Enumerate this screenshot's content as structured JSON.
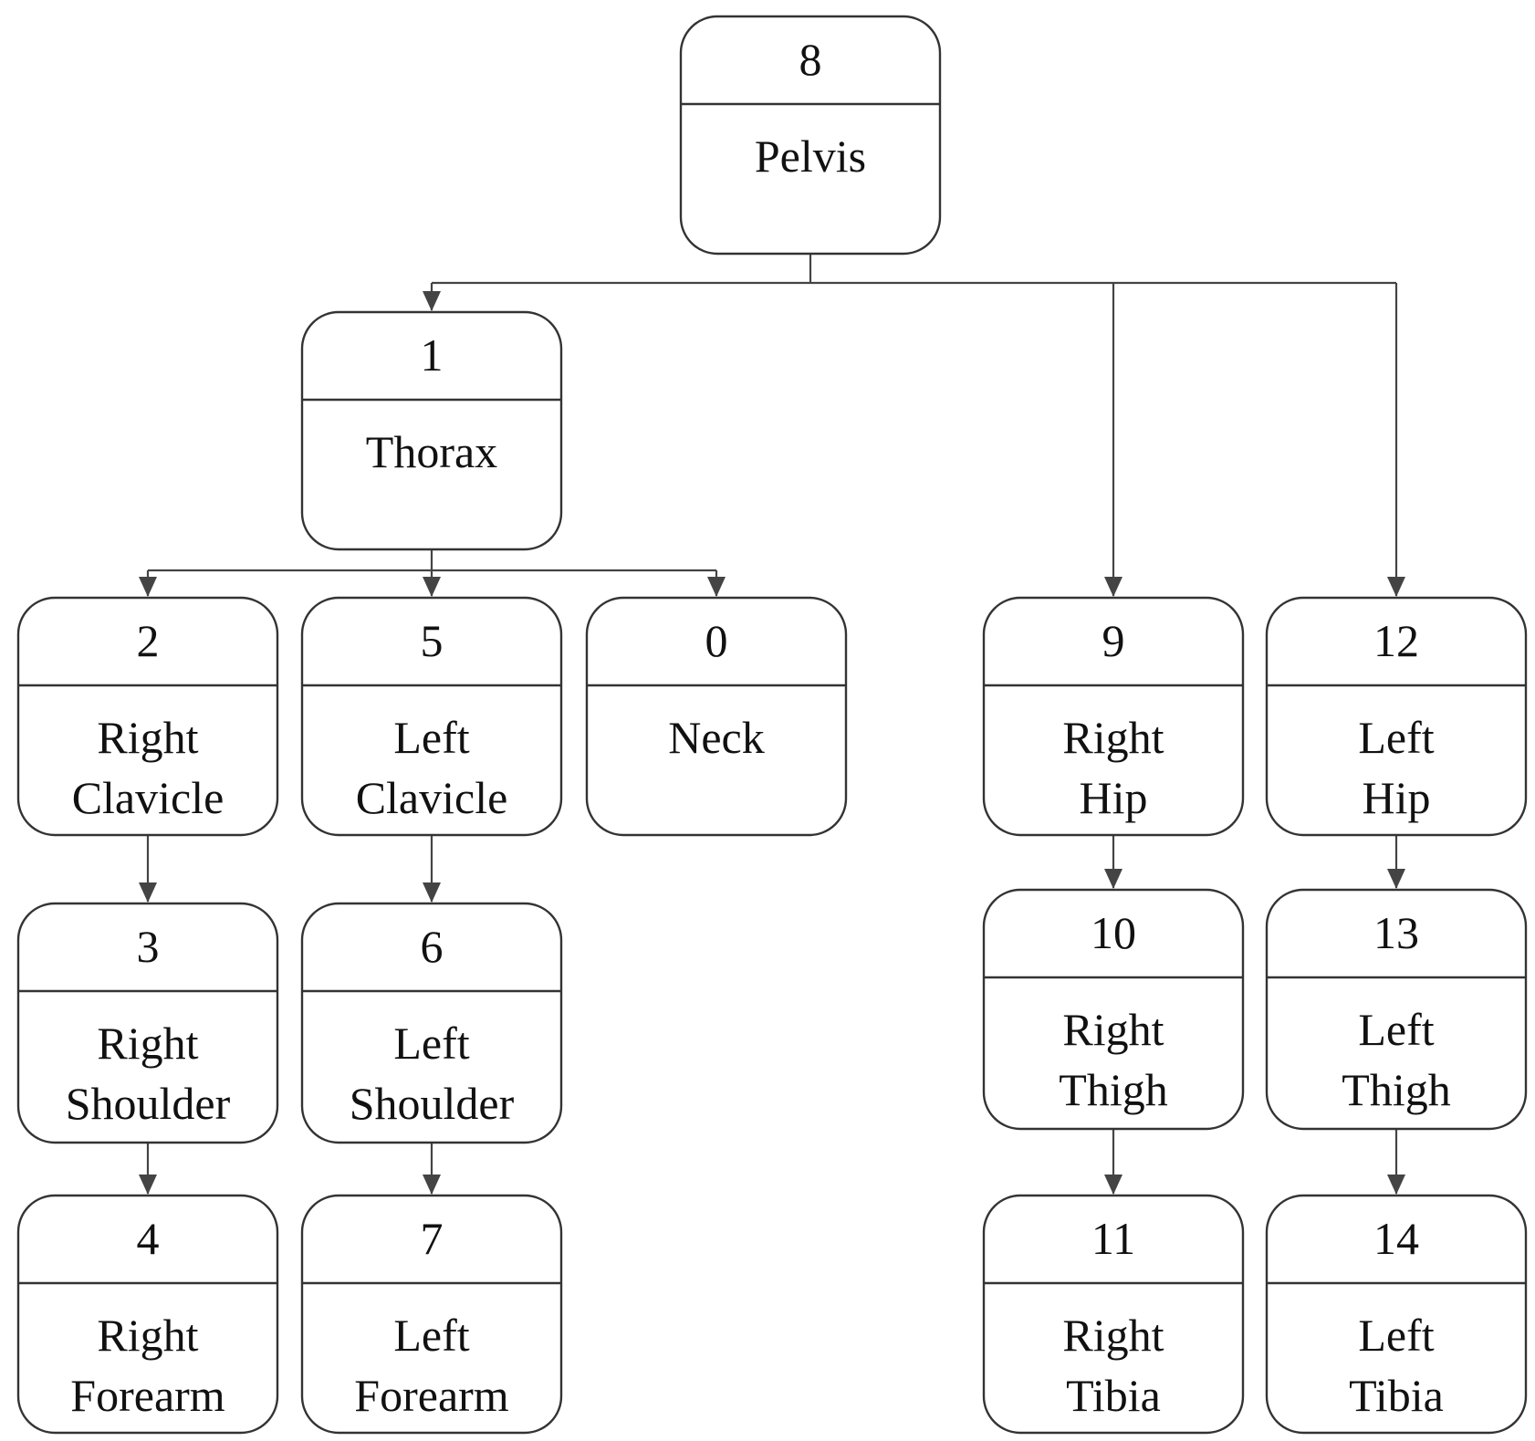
{
  "diagram": {
    "nodes": [
      {
        "id": "8",
        "lines": [
          "Pelvis"
        ]
      },
      {
        "id": "1",
        "lines": [
          "Thorax"
        ]
      },
      {
        "id": "2",
        "lines": [
          "Right",
          "Clavicle"
        ]
      },
      {
        "id": "5",
        "lines": [
          "Left",
          "Clavicle"
        ]
      },
      {
        "id": "0",
        "lines": [
          "Neck"
        ]
      },
      {
        "id": "9",
        "lines": [
          "Right",
          "Hip"
        ]
      },
      {
        "id": "12",
        "lines": [
          "Left",
          "Hip"
        ]
      },
      {
        "id": "3",
        "lines": [
          "Right",
          "Shoulder"
        ]
      },
      {
        "id": "6",
        "lines": [
          "Left",
          "Shoulder"
        ]
      },
      {
        "id": "10",
        "lines": [
          "Right",
          "Thigh"
        ]
      },
      {
        "id": "13",
        "lines": [
          "Left",
          "Thigh"
        ]
      },
      {
        "id": "4",
        "lines": [
          "Right",
          "Forearm"
        ]
      },
      {
        "id": "7",
        "lines": [
          "Left",
          "Forearm"
        ]
      },
      {
        "id": "11",
        "lines": [
          "Right",
          "Tibia"
        ]
      },
      {
        "id": "14",
        "lines": [
          "Left",
          "Tibia"
        ]
      }
    ],
    "edges": [
      {
        "from": "8",
        "to": "1"
      },
      {
        "from": "8",
        "to": "9"
      },
      {
        "from": "8",
        "to": "12"
      },
      {
        "from": "1",
        "to": "2"
      },
      {
        "from": "1",
        "to": "5"
      },
      {
        "from": "1",
        "to": "0"
      },
      {
        "from": "2",
        "to": "3"
      },
      {
        "from": "3",
        "to": "4"
      },
      {
        "from": "5",
        "to": "6"
      },
      {
        "from": "6",
        "to": "7"
      },
      {
        "from": "9",
        "to": "10"
      },
      {
        "from": "10",
        "to": "11"
      },
      {
        "from": "12",
        "to": "13"
      },
      {
        "from": "13",
        "to": "14"
      }
    ],
    "colors": {
      "stroke": "#333333",
      "arrow": "#444444",
      "text": "#111111",
      "background": "#ffffff"
    }
  }
}
